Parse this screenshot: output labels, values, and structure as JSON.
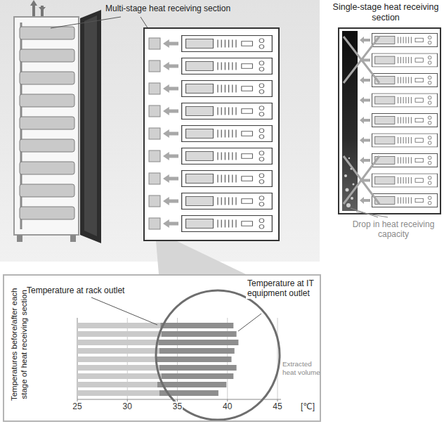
{
  "diagram": {
    "nodes": [
      {
        "text": [
          "Multi-stage heat receiving section"
        ]
      },
      {
        "text": [
          "Single-stage heat receiving section",
          "Drop in heat receiving capacity"
        ]
      },
      {
        "text": [
          "Temperature at rack outlet",
          "Temperature at IT equipment outlet",
          "Temperatures before/after each stage of heat receiving section",
          "Extracted heat volume"
        ]
      }
    ],
    "labels": [
      "25",
      "30",
      "35",
      "40",
      "45",
      "[℃]"
    ]
  }
}
